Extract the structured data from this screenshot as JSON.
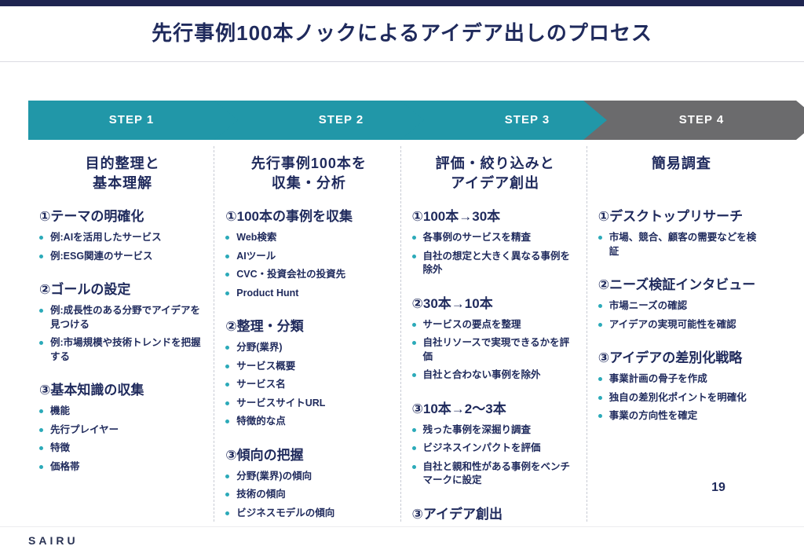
{
  "title": "先行事例100本ノックによるアイデア出しのプロセス",
  "page_number": "19",
  "logo": "SAIRU",
  "colors": {
    "step_teal": "#2197a8",
    "step_gray": "#6b6b6d",
    "text_navy": "#1f2a5c",
    "bullet_teal": "#2baab9",
    "top_bar_navy": "#1f2550"
  },
  "steps": [
    {
      "label": "STEP 1"
    },
    {
      "label": "STEP 2"
    },
    {
      "label": "STEP 3"
    },
    {
      "label": "STEP 4"
    }
  ],
  "columns": [
    {
      "header": "目的整理と\n基本理解",
      "sections": [
        {
          "heading": "①テーマの明確化",
          "bullets": [
            "例:AIを活用したサービス",
            "例:ESG関連のサービス"
          ]
        },
        {
          "heading": "②ゴールの設定",
          "bullets": [
            "例:成長性のある分野でアイデアを見つける",
            "例:市場規模や技術トレンドを把握する"
          ]
        },
        {
          "heading": "③基本知識の収集",
          "bullets": [
            "機能",
            "先行プレイヤー",
            "特徴",
            "価格帯"
          ]
        }
      ]
    },
    {
      "header": "先行事例100本を\n収集・分析",
      "sections": [
        {
          "heading": "①100本の事例を収集",
          "bullets": [
            "Web検索",
            "AIツール",
            "CVC・投資会社の投資先",
            "Product Hunt"
          ]
        },
        {
          "heading": "②整理・分類",
          "bullets": [
            "分野(業界)",
            "サービス概要",
            "サービス名",
            "サービスサイトURL",
            "特徴的な点"
          ]
        },
        {
          "heading": "③傾向の把握",
          "bullets": [
            "分野(業界)の傾向",
            "技術の傾向",
            "ビジネスモデルの傾向"
          ]
        }
      ]
    },
    {
      "header": "評価・絞り込みと\nアイデア創出",
      "sections": [
        {
          "heading": "①100本→30本",
          "bullets": [
            "各事例のサービスを精査",
            "自社の想定と大きく異なる事例を除外"
          ]
        },
        {
          "heading": "②30本→10本",
          "bullets": [
            "サービスの要点を整理",
            "自社リソースで実現できるかを評価",
            "自社と合わない事例を除外"
          ]
        },
        {
          "heading": "③10本→2〜3本",
          "bullets": [
            "残った事例を深掘り調査",
            "ビジネスインパクトを評価",
            "自社と親和性がある事例をベンチマークに設定"
          ]
        },
        {
          "heading": "③アイデア創出",
          "bullets": []
        }
      ]
    },
    {
      "header": "簡易調査",
      "sections": [
        {
          "heading": "①デスクトップリサーチ",
          "bullets": [
            "市場、競合、顧客の需要などを検証"
          ]
        },
        {
          "heading": "②ニーズ検証インタビュー",
          "bullets": [
            "市場ニーズの確認",
            "アイデアの実現可能性を確認"
          ]
        },
        {
          "heading": "③アイデアの差別化戦略",
          "bullets": [
            "事業計画の骨子を作成",
            "独自の差別化ポイントを明確化",
            "事業の方向性を確定"
          ]
        }
      ]
    }
  ]
}
